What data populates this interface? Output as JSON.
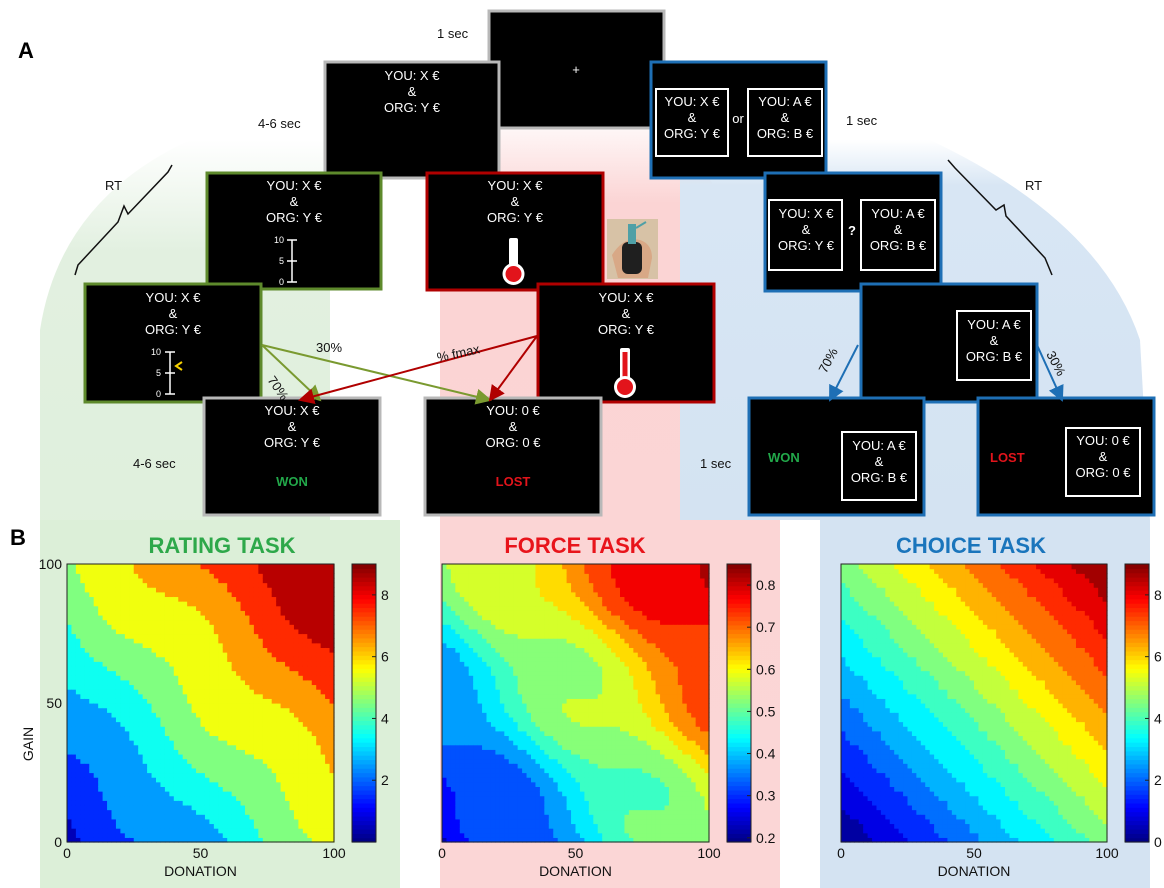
{
  "panel_a": {
    "label": "A",
    "timings": {
      "one_sec_top": "1 sec",
      "four_six_top": "4-6 sec",
      "one_sec_right": "1 sec",
      "four_six_bottom": "4-6 sec",
      "one_sec_bottom": "1 sec"
    },
    "rt_left": "RT",
    "rt_right": "RT",
    "fixation": "+",
    "offer": {
      "you": "YOU: X €",
      "amp": "&",
      "org": "ORG: Y €"
    },
    "option_a": {
      "you": "YOU: A €",
      "amp": "&",
      "org": "ORG: B €"
    },
    "zero": {
      "you": "YOU: 0 €",
      "amp": "&",
      "org": "ORG: 0 €"
    },
    "or": "or",
    "question": "?",
    "scale_ticks": [
      "10",
      "5",
      "0"
    ],
    "pct_30_left": "30%",
    "pct_70_left": "70%",
    "pct_fmax": "% fmax",
    "pct_70_right": "70%",
    "pct_30_right": "30%",
    "won": "WON",
    "lost": "LOST"
  },
  "panel_b": {
    "label": "B",
    "titles": {
      "rating": "RATING TASK",
      "force": "FORCE TASK",
      "choice": "CHOICE TASK"
    },
    "xlabel": "DONATION",
    "ylabel": "GAIN"
  },
  "colors": {
    "green": "#5e8a2c",
    "red": "#b00000",
    "blue": "#1e6fb5",
    "gray": "#b8b8b8",
    "title_green": "#2ea84a",
    "title_red": "#e8141b",
    "title_blue": "#1a75bc"
  },
  "chart_data": [
    {
      "type": "heatmap",
      "title": "RATING TASK",
      "xlabel": "DONATION",
      "ylabel": "GAIN",
      "xlim": [
        0,
        100
      ],
      "ylim": [
        0,
        100
      ],
      "x_ticks": [
        0,
        50,
        100
      ],
      "y_ticks": [
        0,
        50,
        100
      ],
      "colorbar": {
        "min": 0,
        "max": 9,
        "ticks": [
          2,
          4,
          6,
          8
        ]
      },
      "surface": {
        "base": 0.6,
        "x_coef": 0.044,
        "y_coef": 0.043
      },
      "levels": [
        1,
        2,
        3,
        4,
        5,
        6,
        7,
        8
      ]
    },
    {
      "type": "heatmap",
      "title": "FORCE TASK",
      "xlabel": "DONATION",
      "ylabel": "",
      "xlim": [
        0,
        100
      ],
      "ylim": [
        0,
        100
      ],
      "x_ticks": [
        0,
        50,
        100
      ],
      "y_ticks": [],
      "colorbar": {
        "min": 0.19,
        "max": 0.85,
        "ticks": [
          0.2,
          0.3,
          0.4,
          0.5,
          0.6,
          0.7,
          0.8
        ]
      },
      "surface": {
        "base": 0.22,
        "x_coef": 0.0032,
        "y_coef": 0.003
      },
      "levels": [
        0.25,
        0.3,
        0.35,
        0.4,
        0.45,
        0.5,
        0.55,
        0.6,
        0.65,
        0.7,
        0.75,
        0.8
      ]
    },
    {
      "type": "heatmap",
      "title": "CHOICE TASK",
      "xlabel": "DONATION",
      "ylabel": "",
      "xlim": [
        0,
        100
      ],
      "ylim": [
        0,
        100
      ],
      "x_ticks": [
        0,
        50,
        100
      ],
      "y_ticks": [],
      "colorbar": {
        "min": 0,
        "max": 9,
        "ticks": [
          0,
          2,
          4,
          6,
          8
        ]
      },
      "surface": {
        "base": 0.0,
        "x_coef": 0.045,
        "y_coef": 0.045
      },
      "levels": [
        0.6,
        1.2,
        1.8,
        2.4,
        3.0,
        3.6,
        4.2,
        4.8,
        5.4,
        6.0,
        6.6,
        7.2,
        7.8,
        8.4
      ]
    }
  ]
}
